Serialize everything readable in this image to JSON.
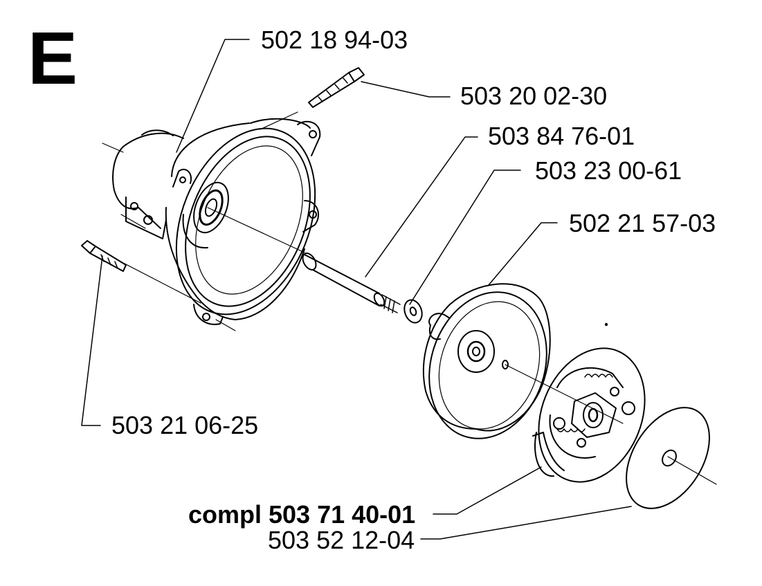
{
  "section": "E",
  "parts": [
    {
      "id": "gear-housing",
      "number": "502 18 94-03",
      "bold": false
    },
    {
      "id": "housing-screw",
      "number": "503 20 02-30",
      "bold": false
    },
    {
      "id": "shaft",
      "number": "503 84 76-01",
      "bold": false
    },
    {
      "id": "washer",
      "number": "503 23 00-61",
      "bold": false
    },
    {
      "id": "clutch-drum",
      "number": "502 21 57-03",
      "bold": false
    },
    {
      "id": "lower-screw",
      "number": "503 21 06-25",
      "bold": false
    },
    {
      "id": "clutch-assembly",
      "number": "compl 503 71 40-01",
      "bold": true
    },
    {
      "id": "cover-plate",
      "number": "503 52 12-04",
      "bold": false
    }
  ],
  "colors": {
    "ink": "#000000",
    "paper": "#ffffff"
  }
}
